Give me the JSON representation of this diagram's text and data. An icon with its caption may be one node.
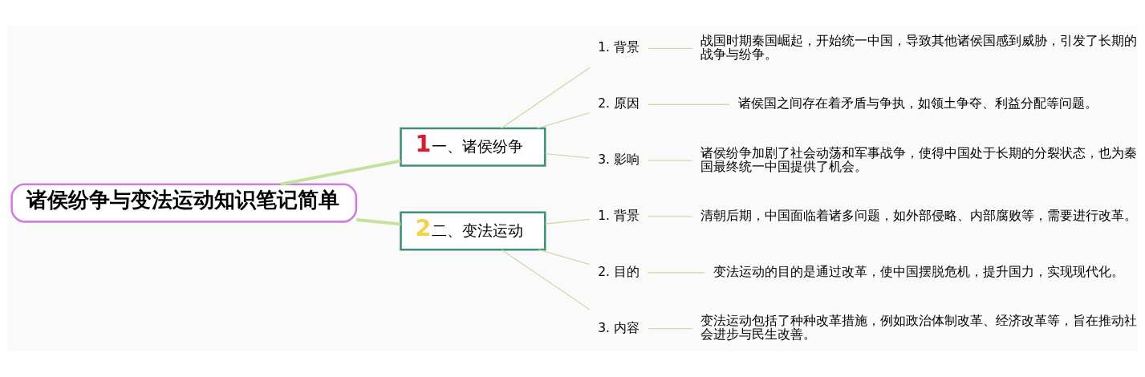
{
  "diagram": {
    "nodes": [
      {
        "text": [
          "诸侯纷争与变法运动知识笔记简单"
        ]
      },
      {
        "text": [
          "1",
          "一、诸侯纷争"
        ]
      },
      {
        "text": [
          "1. 背景"
        ]
      },
      {
        "text": [
          "战国时期秦国崛起，开始统一中国，导致其他诸侯国感到威胁，引发了长期的战争与纷争。"
        ]
      },
      {
        "text": [
          "2. 原因"
        ]
      },
      {
        "text": [
          "诸侯国之间存在着矛盾与争执，如领土争夺、利益分配等问题。"
        ]
      },
      {
        "text": [
          "3. 影响"
        ]
      },
      {
        "text": [
          "诸侯纷争加剧了社会动荡和军事战争，使得中国处于长期的分裂状态，也为秦国最终统一中国提供了机会。"
        ]
      },
      {
        "text": [
          "2",
          "二、变法运动"
        ]
      },
      {
        "text": [
          "1. 背景"
        ]
      },
      {
        "text": [
          "清朝后期，中国面临着诸多问题，如外部侵略、内部腐败等，需要进行改革。"
        ]
      },
      {
        "text": [
          "2. 目的"
        ]
      },
      {
        "text": [
          "变法运动的目的是通过改革，使中国摆脱危机，提升国力，实现现代化。"
        ]
      },
      {
        "text": [
          "3. 内容"
        ]
      },
      {
        "text": [
          "变法运动包括了种种改革措施，例如政治体制改革、经济改革等，旨在推动社会进步与民生改善。"
        ]
      }
    ],
    "edges": [
      {
        "from": 0,
        "to": 1,
        "arrow": "none",
        "style": "thick",
        "color": "#c2e39a"
      },
      {
        "from": 1,
        "to": 2,
        "arrow": "none"
      },
      {
        "from": 2,
        "to": 3,
        "arrow": "none"
      },
      {
        "from": 1,
        "to": 4,
        "arrow": "none"
      },
      {
        "from": 4,
        "to": 5,
        "arrow": "none"
      },
      {
        "from": 1,
        "to": 6,
        "arrow": "none"
      },
      {
        "from": 6,
        "to": 7,
        "arrow": "none"
      },
      {
        "from": 0,
        "to": 8,
        "arrow": "none",
        "style": "thick",
        "color": "#c2e39a"
      },
      {
        "from": 8,
        "to": 9,
        "arrow": "none"
      },
      {
        "from": 9,
        "to": 10,
        "arrow": "none"
      },
      {
        "from": 8,
        "to": 11,
        "arrow": "none"
      },
      {
        "from": 11,
        "to": 12,
        "arrow": "none"
      },
      {
        "from": 8,
        "to": 13,
        "arrow": "none"
      },
      {
        "from": 13,
        "to": 14,
        "arrow": "none"
      }
    ]
  }
}
